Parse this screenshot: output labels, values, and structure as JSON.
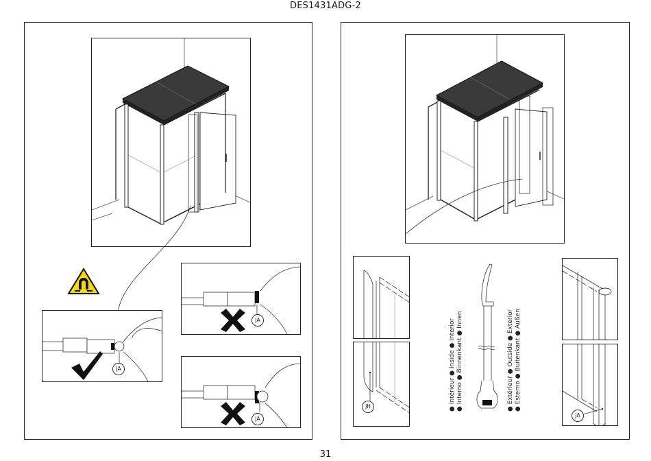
{
  "document": {
    "code": "DES1431ADG-2",
    "page_number": "31"
  },
  "left_panel": {
    "warning_icon": "magnet-warning-icon",
    "steps": [
      {
        "result": "correct",
        "mark_icon": "checkmark-icon",
        "part_label": "JA"
      },
      {
        "result": "incorrect",
        "mark_icon": "cross-icon",
        "part_label": "JA"
      },
      {
        "result": "incorrect",
        "mark_icon": "cross-icon",
        "part_label": "JA"
      }
    ]
  },
  "right_panel": {
    "left_detail_label": "JH",
    "right_detail_label": "JA",
    "inside_legend": {
      "line1": "● Intérieur ● Inside ● Interior",
      "line2": "● Interno ● Binnenkant ● Innen"
    },
    "outside_legend": {
      "line1": "● Extérieur ● Outside ● Exterior",
      "line2": "● Esterno ● Buitenkant ● Außen"
    }
  },
  "colors": {
    "line": "#222222",
    "warning_yellow": "#f5d90a",
    "roof": "#3a3a3a"
  }
}
